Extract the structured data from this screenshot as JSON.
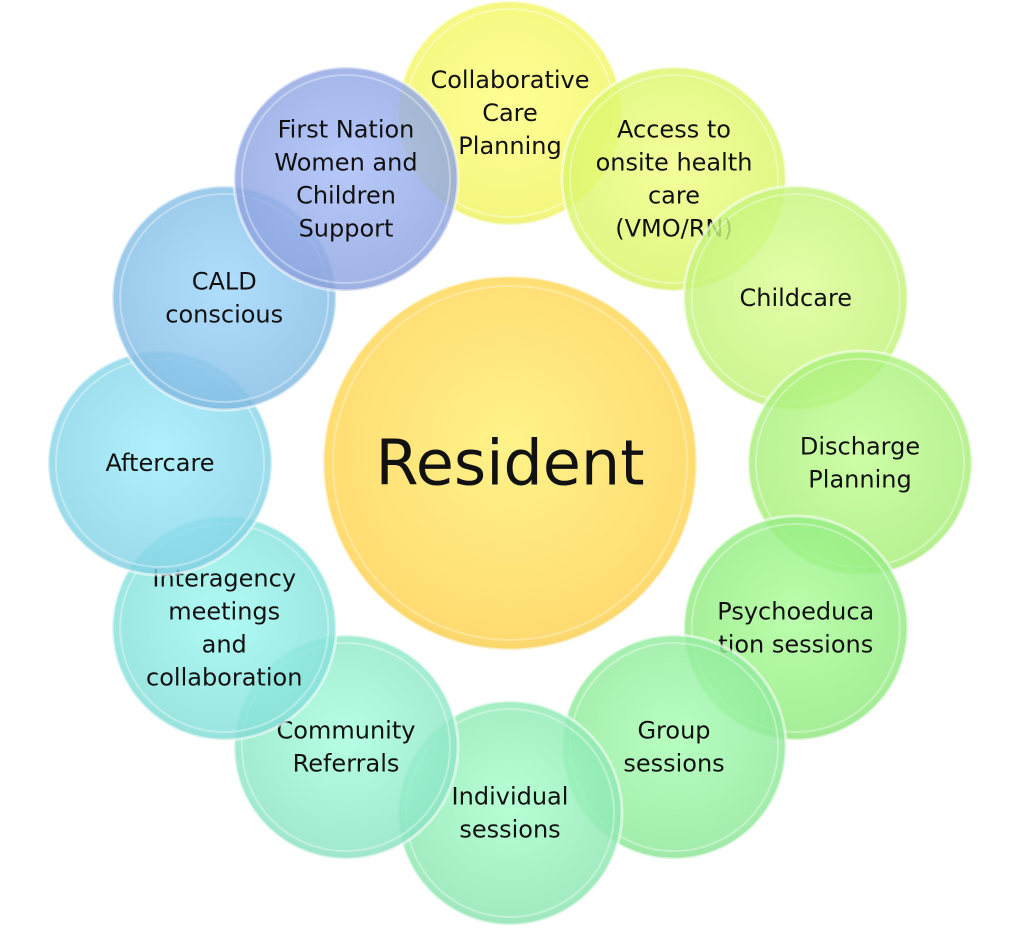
{
  "center": {
    "label": "Resident",
    "color": "#FFD966"
  },
  "nodes": [
    {
      "lines": [
        "Collaborative",
        "Care",
        "Planning"
      ],
      "color": "#F2F564"
    },
    {
      "lines": [
        "Access to",
        "onsite health",
        "care",
        "(VMO/RN)"
      ],
      "color": "#D9F56A"
    },
    {
      "lines": [
        "Childcare"
      ],
      "color": "#C4F27A"
    },
    {
      "lines": [
        "Discharge",
        "Planning"
      ],
      "color": "#A9EE7A"
    },
    {
      "lines": [
        "Psychoeduca",
        "tion sessions"
      ],
      "color": "#92EA80"
    },
    {
      "lines": [
        "Group",
        "sessions"
      ],
      "color": "#8FE99A"
    },
    {
      "lines": [
        "Individual",
        "sessions"
      ],
      "color": "#8EE7B2"
    },
    {
      "lines": [
        "Community",
        "Referrals"
      ],
      "color": "#8DE5C5"
    },
    {
      "lines": [
        "Interagency",
        "meetings",
        "and",
        "collaboration"
      ],
      "color": "#86E0DA"
    },
    {
      "lines": [
        "Aftercare"
      ],
      "color": "#86D4E6"
    },
    {
      "lines": [
        "CALD",
        "conscious"
      ],
      "color": "#85BDE4"
    },
    {
      "lines": [
        "First Nation",
        "Women and",
        "Children",
        "Support"
      ],
      "color": "#8EA4E0"
    }
  ]
}
